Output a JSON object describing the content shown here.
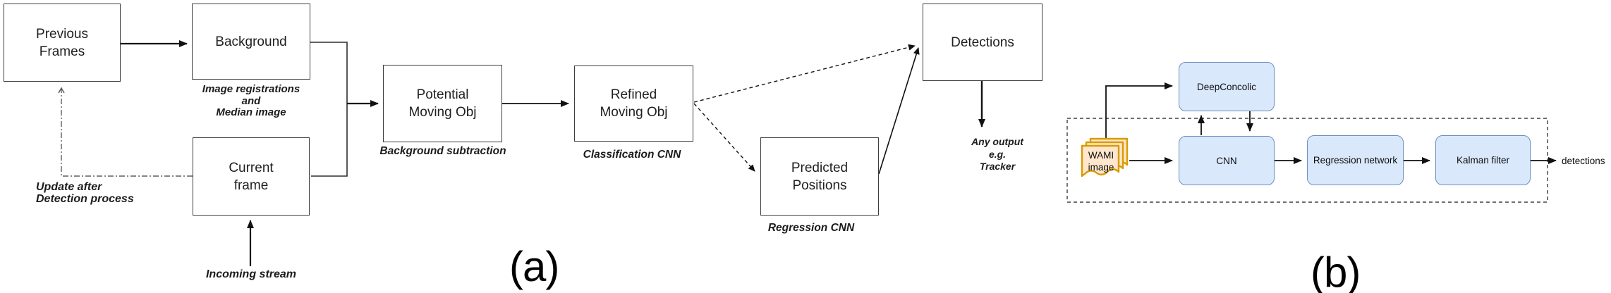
{
  "diagram_a": {
    "label": "(a)",
    "nodes": {
      "previous_frames": [
        "Previous",
        "Frames"
      ],
      "background": [
        "Background"
      ],
      "current_frame": [
        "Current",
        "frame"
      ],
      "potential_moving_obj": [
        "Potential",
        "Moving Obj"
      ],
      "refined_moving_obj": [
        "Refined",
        "Moving Obj"
      ],
      "predicted_positions": [
        "Predicted",
        "Positions"
      ],
      "detections": [
        "Detections"
      ]
    },
    "annotations": {
      "background_method": [
        "Image registrations",
        "and",
        "Median image"
      ],
      "update_note": [
        "Update after",
        "Detection process"
      ],
      "incoming_stream": "Incoming stream",
      "background_subtraction": "Background subtraction",
      "classification_cnn": "Classification CNN",
      "regression_cnn": "Regression CNN",
      "output_note": [
        "Any output",
        "e.g.",
        "Tracker"
      ]
    }
  },
  "diagram_b": {
    "label": "(b)",
    "nodes": {
      "wami_image": [
        "WAMI",
        "image"
      ],
      "deepconcolic": "DeepConcolic",
      "cnn": "CNN",
      "regression_network": "Regression network",
      "kalman_filter": "Kalman filter"
    },
    "output_label": "detections"
  },
  "colors": {
    "box_border_dark": "#3d3d3d",
    "arrow_black": "#111111",
    "dashdot_gray": "#5f5f5f",
    "node_fill_blue": "#dae8fc",
    "node_border_blue": "#6c8ebf",
    "wami_fill": "#ffe6cc",
    "wami_border": "#d79b00"
  }
}
